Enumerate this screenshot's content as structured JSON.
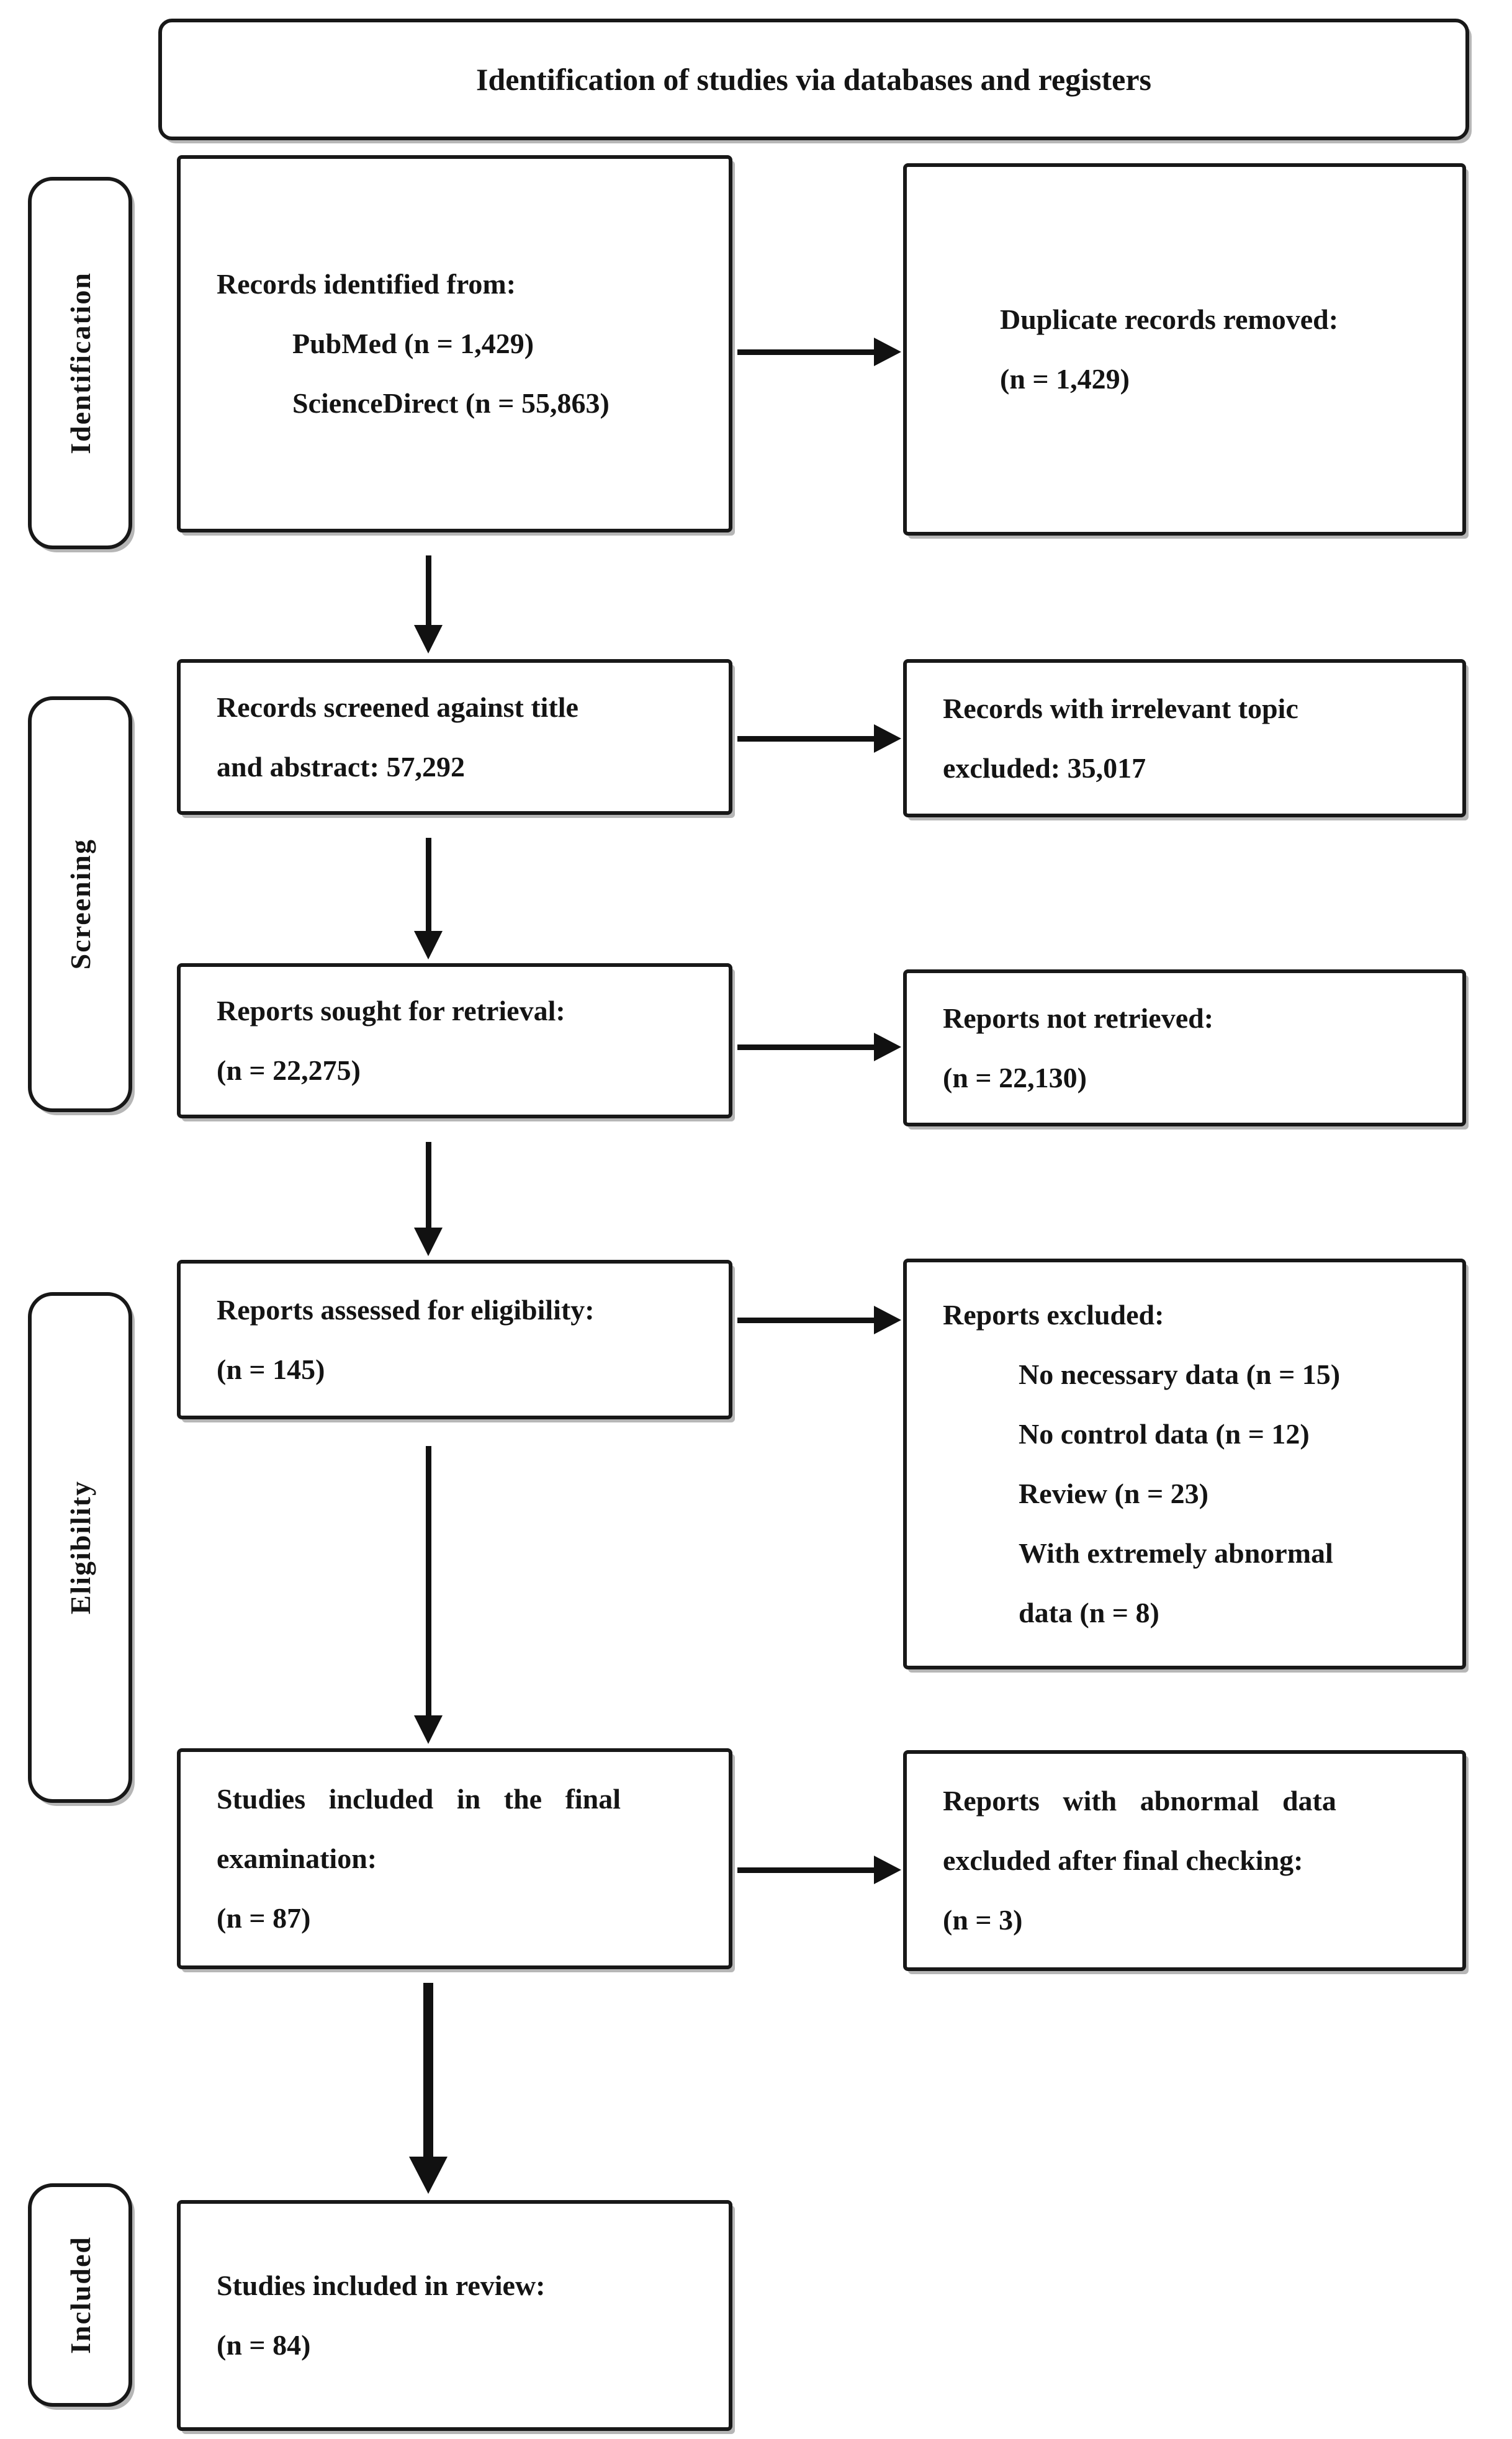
{
  "title": "Identification of studies via databases and registers",
  "stages": [
    "Identification",
    "Screening",
    "Eligibility",
    "Included"
  ],
  "ink_color": "#141414",
  "boxes": {
    "identified": {
      "lines": [
        {
          "t": "Records identified from:"
        },
        {
          "t": "PubMed (n = 1,429)",
          "ind": 1
        },
        {
          "t": "ScienceDirect (n = 55,863)",
          "ind": 1
        }
      ]
    },
    "duplicates": {
      "lines": [
        {
          "t": "Duplicate records removed:"
        },
        {
          "t": "(n = 1,429)"
        }
      ]
    },
    "screened": {
      "lines": [
        {
          "t": "Records screened against title"
        },
        {
          "t": "and abstract: 57,292"
        }
      ]
    },
    "irrelevant": {
      "lines": [
        {
          "t": "Records with irrelevant topic"
        },
        {
          "t": "excluded: 35,017"
        }
      ]
    },
    "sought": {
      "lines": [
        {
          "t": "Reports sought for retrieval:"
        },
        {
          "t": "(n = 22,275)"
        }
      ]
    },
    "not_retrieved": {
      "lines": [
        {
          "t": "Reports not retrieved:"
        },
        {
          "t": "(n = 22,130)"
        }
      ]
    },
    "assessed": {
      "lines": [
        {
          "t": "Reports assessed for eligibility:"
        },
        {
          "t": "(n = 145)"
        }
      ]
    },
    "excluded": {
      "lines": [
        {
          "t": "Reports excluded:"
        },
        {
          "t": "No necessary data (n = 15)",
          "ind": 1
        },
        {
          "t": "No control data (n = 12)",
          "ind": 1
        },
        {
          "t": "Review (n = 23)",
          "ind": 1
        },
        {
          "t": "With extremely abnormal",
          "ind": 1
        },
        {
          "t": "data (n = 8)",
          "ind": 1
        }
      ]
    },
    "final_exam": {
      "lines": [
        {
          "t": "Studies included in the final",
          "j": 1
        },
        {
          "t": "examination:"
        },
        {
          "t": "(n = 87)"
        }
      ]
    },
    "abnormal": {
      "lines": [
        {
          "t": "Reports with abnormal data",
          "j": 1
        },
        {
          "t": "excluded after final checking:"
        },
        {
          "t": "(n = 3)"
        }
      ]
    },
    "review": {
      "lines": [
        {
          "t": "Studies included in review:"
        },
        {
          "t": "(n = 84)"
        }
      ]
    }
  }
}
